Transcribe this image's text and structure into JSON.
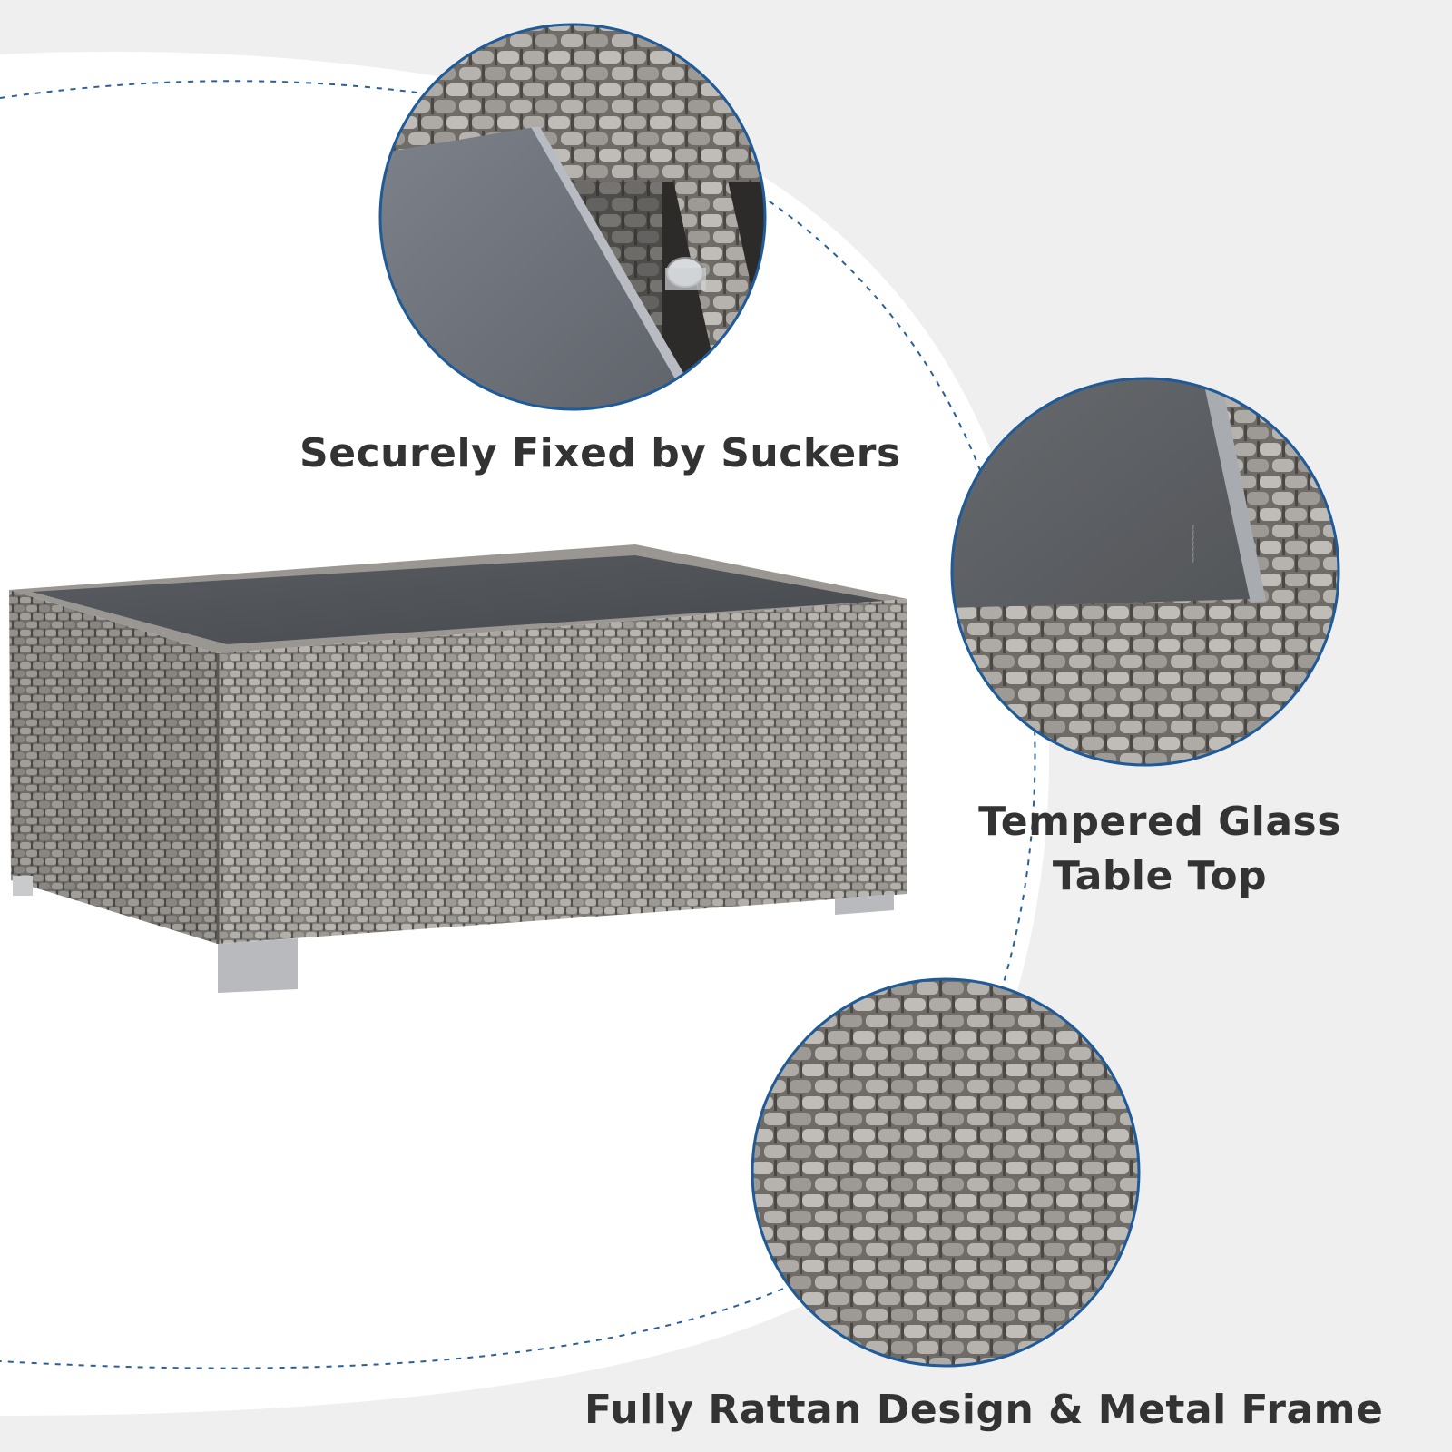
{
  "features": {
    "suckers": {
      "label": "Securely Fixed by Suckers",
      "icon": "glass-lid-sucker-closeup"
    },
    "glass": {
      "line1": "Tempered Glass",
      "line2": "Table Top",
      "icon": "glass-corner-closeup"
    },
    "rattan": {
      "label": "Fully Rattan Design & Metal Frame",
      "icon": "rattan-weave-closeup"
    }
  },
  "product": {
    "icon": "wicker-coffee-table"
  },
  "colors": {
    "background": "#efeff0",
    "circle_border": "#1f5a99",
    "caption_text": "#333333",
    "glass": "#6b7077",
    "rattan": "#8e8b87"
  }
}
